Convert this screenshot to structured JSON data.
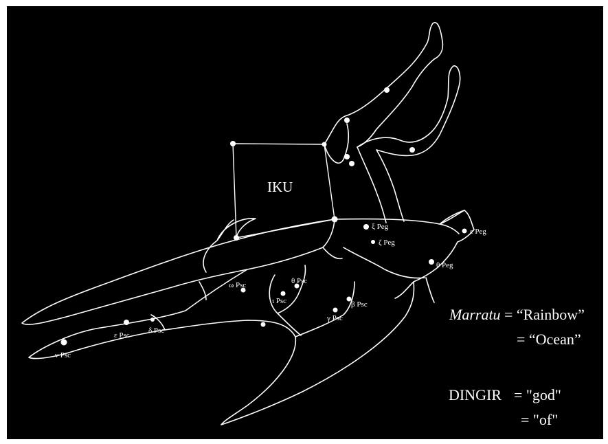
{
  "diagram": {
    "square_label": "IKU",
    "star_labels": {
      "xi_peg": "ξ Peg",
      "zeta_peg": "ζ Peg",
      "epsilon_peg": "ε Peg",
      "theta_peg": "θ Peg",
      "omega_psc": "ω Psc",
      "theta_psc": "θ Psc",
      "iota_psc": "ι Psc",
      "beta_psc": "β Psc",
      "gamma_psc": "γ Psc",
      "epsilon_psc": "ε Psc",
      "delta_psc": "δ Psc",
      "nu_psc": "ν Psc"
    },
    "legend": {
      "marratu_term": "Marratu",
      "marratu_meaning_1": "= “Rainbow”",
      "marratu_meaning_2": "= “Ocean”",
      "dingir_term": "DINGIR",
      "dingir_meaning_1": "= \"god\"",
      "dingir_meaning_2": "= \"of\""
    }
  },
  "colors": {
    "background": "#000000",
    "frame": "#ffffff",
    "lines": "#ffffff"
  }
}
